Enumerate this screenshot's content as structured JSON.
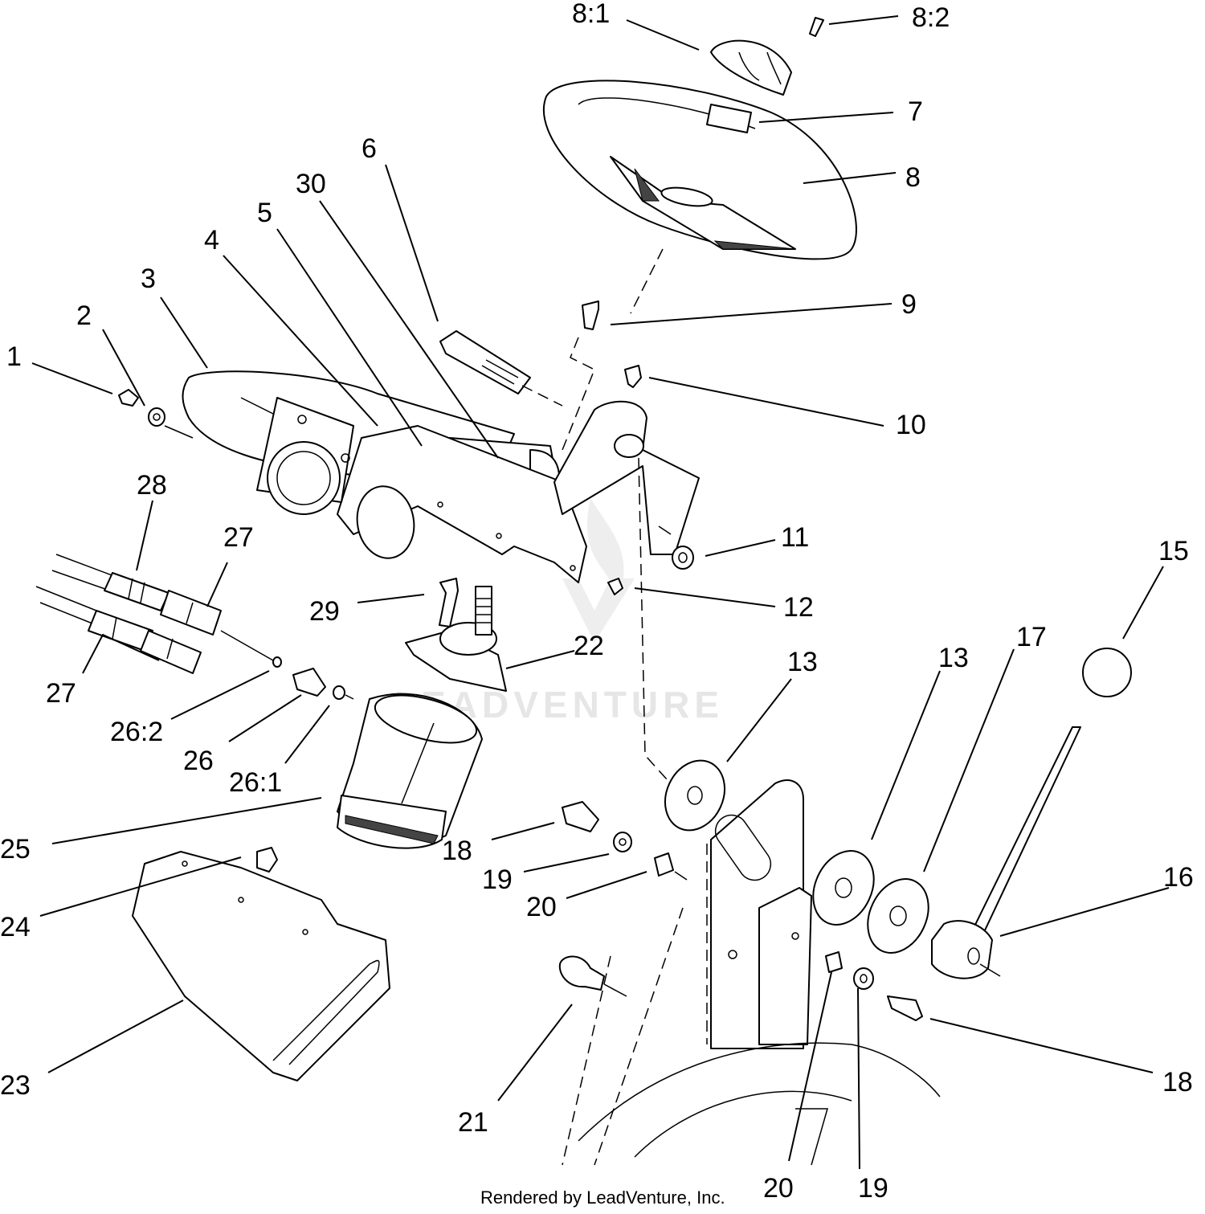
{
  "footer": "Rendered by LeadVenture, Inc.",
  "watermark": "LEADVENTURE",
  "callouts": {
    "c1": "1",
    "c2": "2",
    "c3": "3",
    "c4": "4",
    "c5": "5",
    "c6": "6",
    "c7": "7",
    "c8": "8",
    "c8_1": "8:1",
    "c8_2": "8:2",
    "c9": "9",
    "c10": "10",
    "c11": "11",
    "c12": "12",
    "c13a": "13",
    "c13b": "13",
    "c15": "15",
    "c16": "16",
    "c17": "17",
    "c18a": "18",
    "c18b": "18",
    "c19a": "19",
    "c19b": "19",
    "c20a": "20",
    "c20b": "20",
    "c21": "21",
    "c22": "22",
    "c23": "23",
    "c24": "24",
    "c25": "25",
    "c26": "26",
    "c26_1": "26:1",
    "c26_2": "26:2",
    "c27a": "27",
    "c27b": "27",
    "c28": "28",
    "c29": "29",
    "c30": "30"
  }
}
